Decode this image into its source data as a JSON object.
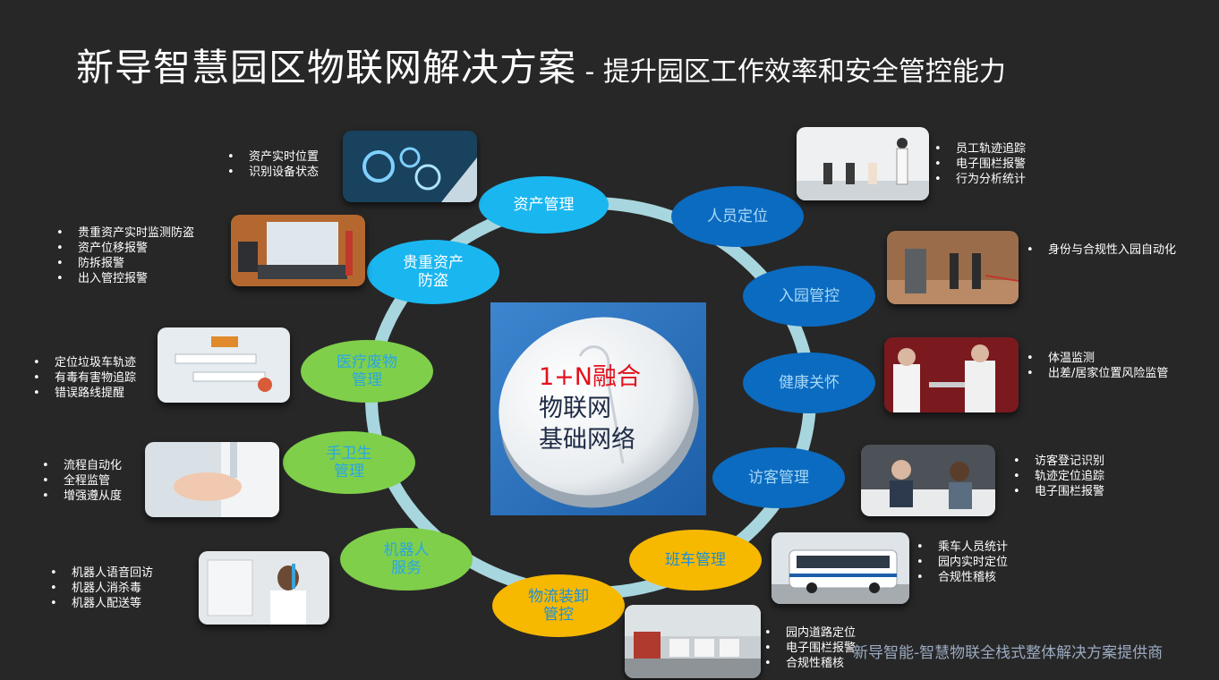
{
  "title": {
    "main": "新导智慧园区物联网解决方案",
    "separator": " - ",
    "sub": "提升园区工作效率和安全管控能力"
  },
  "center": {
    "line1": "1+N融合",
    "line2": "物联网",
    "line3": "基础网络"
  },
  "nodes": {
    "asset_mgmt": "资产管理",
    "personnel_location": "人员定位",
    "valuable_asset_l1": "贵重资产",
    "valuable_asset_l2": "防盗",
    "entry_control": "入园管控",
    "medical_waste_l1": "医疗废物",
    "medical_waste_l2": "管理",
    "health_care": "健康关怀",
    "hand_hygiene_l1": "手卫生",
    "hand_hygiene_l2": "管理",
    "visitor_mgmt": "访客管理",
    "robot_l1": "机器人",
    "robot_l2": "服务",
    "shuttle_mgmt": "班车管理",
    "logistics_l1": "物流装卸",
    "logistics_l2": "管控"
  },
  "bullets": {
    "asset": [
      "资产实时位置",
      "识别设备状态"
    ],
    "valuable": [
      "贵重资产实时监测防盗",
      "资产位移报警",
      "防拆报警",
      "出入管控报警"
    ],
    "medical": [
      "定位垃圾车轨迹",
      "有毒有害物追踪",
      "错误路线提醒"
    ],
    "hand": [
      "流程自动化",
      "全程监管",
      "增强遵从度"
    ],
    "robot": [
      "机器人语音回访",
      "机器人消杀毒",
      "机器人配送等"
    ],
    "personnel": [
      "员工轨迹追踪",
      "电子围栏报警",
      "行为分析统计"
    ],
    "entry": [
      "身份与合规性入园自动化"
    ],
    "health": [
      "体温监测",
      "出差/居家位置风险监管"
    ],
    "visitor": [
      "访客登记识别",
      "轨迹定位追踪",
      "电子围栏报警"
    ],
    "shuttle": [
      "乘车人员统计",
      "园内实时定位",
      "合规性稽核"
    ],
    "logistics": [
      "园内道路定位",
      "电子围栏报警",
      "合规性稽核"
    ]
  },
  "footer": "新导智能-智慧物联全栈式整体解决方案提供商",
  "colors": {
    "background": "#272727",
    "ring": "#9fd2dc",
    "cyan": "#1ab6ef",
    "blue": "#0b6bc1",
    "green": "#7fcf4a",
    "yellow": "#f7b800",
    "center_red": "#e4111c"
  }
}
